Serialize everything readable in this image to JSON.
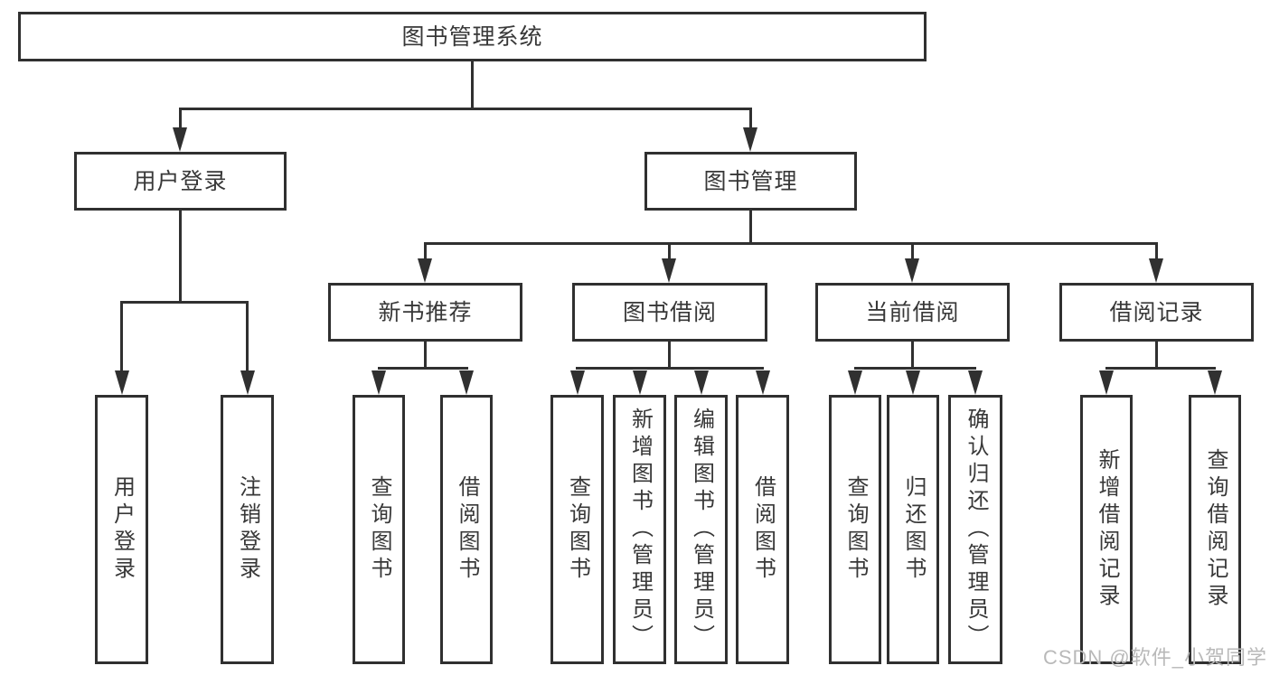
{
  "tree": {
    "root": {
      "label": "图书管理系统"
    },
    "user_login": {
      "label": "用户登录",
      "children": [
        {
          "label": "用户登录"
        },
        {
          "label": "注销登录"
        }
      ]
    },
    "book_management": {
      "label": "图书管理",
      "sections": [
        {
          "label": "新书推荐",
          "children": [
            {
              "label": "查询图书"
            },
            {
              "label": "借阅图书"
            }
          ]
        },
        {
          "label": "图书借阅",
          "children": [
            {
              "label": "查询图书"
            },
            {
              "label": "新增图书（管理员）"
            },
            {
              "label": "编辑图书（管理员）"
            },
            {
              "label": "借阅图书"
            }
          ]
        },
        {
          "label": "当前借阅",
          "children": [
            {
              "label": "查询图书"
            },
            {
              "label": "归还图书"
            },
            {
              "label": "确认归还（管理员）"
            }
          ]
        },
        {
          "label": "借阅记录",
          "children": [
            {
              "label": "新增借阅记录"
            },
            {
              "label": "查询借阅记录"
            }
          ]
        }
      ]
    }
  },
  "watermark": {
    "text": "CSDN @软件_小贺同学"
  },
  "colors": {
    "line": "#303030",
    "text": "#383838",
    "background": "#ffffff",
    "watermark": "#b9b9b9"
  }
}
